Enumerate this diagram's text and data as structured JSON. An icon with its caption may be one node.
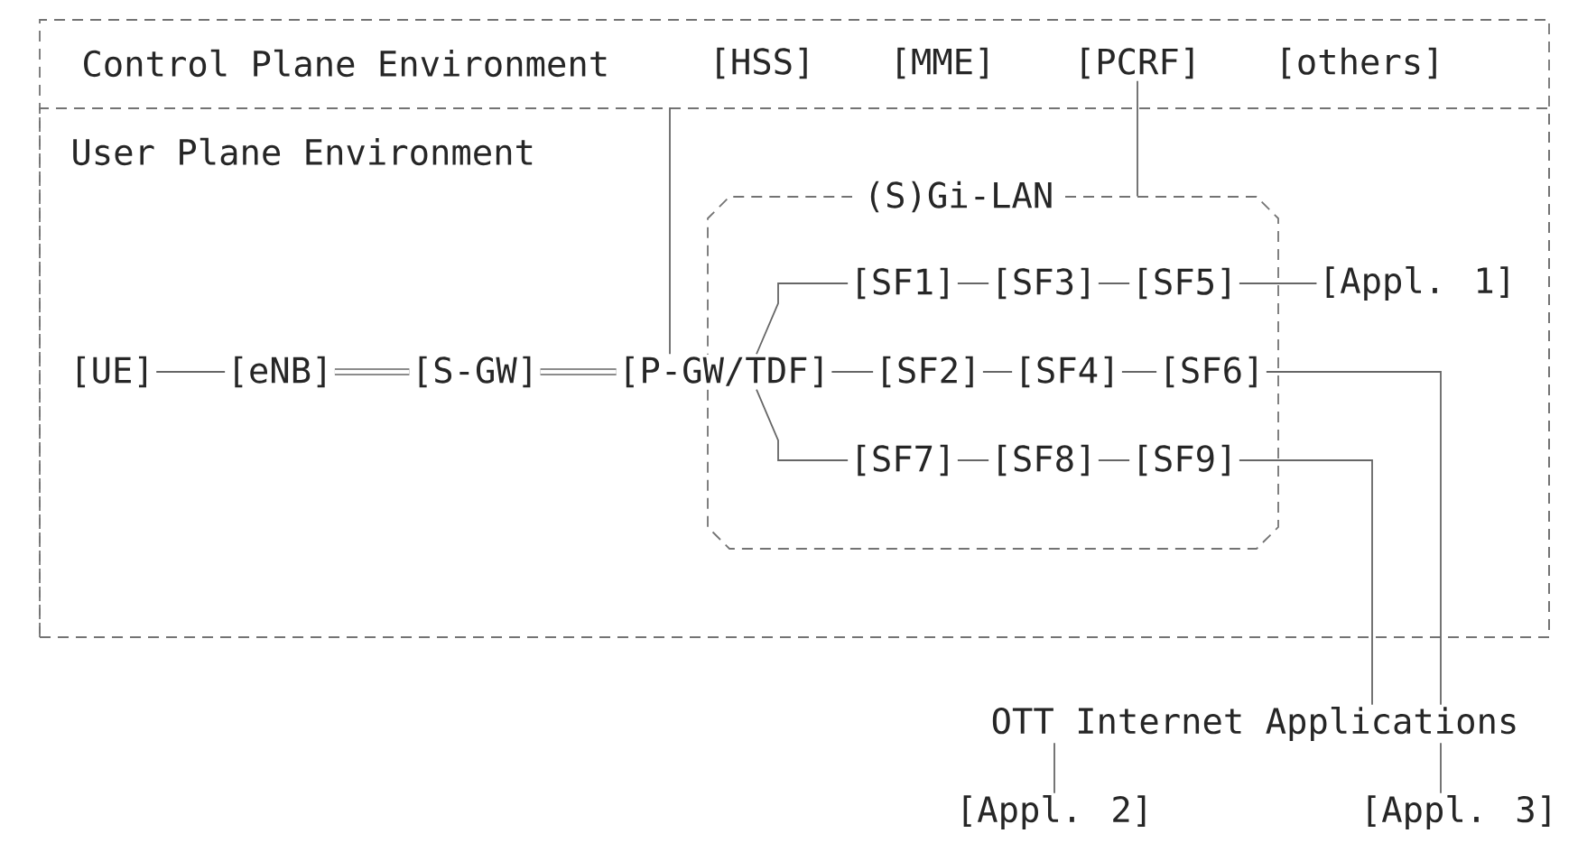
{
  "diagram": {
    "nodes": [
      {
        "text": [
          "Control Plane Environment"
        ]
      },
      {
        "text": [
          "[HSS]"
        ],
        "in": 0
      },
      {
        "text": [
          "[MME]"
        ],
        "in": 0
      },
      {
        "text": [
          "[PCRF]"
        ],
        "in": 0
      },
      {
        "text": [
          "[others]"
        ],
        "in": 0
      },
      {
        "text": [
          "User Plane Environment"
        ],
        "in": 0
      },
      {
        "text": [
          "(S)Gi-LAN"
        ],
        "in": 5
      },
      {
        "text": [
          "[SF1]"
        ],
        "in": 6
      },
      {
        "text": [
          "[SF3]"
        ],
        "in": 6
      },
      {
        "text": [
          "[SF5]"
        ],
        "in": 6
      },
      {
        "text": [
          "[Appl. 1]"
        ],
        "in": 5
      },
      {
        "text": [
          "[UE]"
        ],
        "in": 5
      },
      {
        "text": [
          "[eNB]"
        ],
        "in": 5
      },
      {
        "text": [
          "[S-GW]"
        ],
        "in": 5
      },
      {
        "text": [
          "[P-GW/TDF]"
        ],
        "in": 5
      },
      {
        "text": [
          "[SF2]"
        ],
        "in": 6
      },
      {
        "text": [
          "[SF4]"
        ],
        "in": 6
      },
      {
        "text": [
          "[SF6]"
        ],
        "in": 6
      },
      {
        "text": [
          "[SF7]"
        ],
        "in": 6
      },
      {
        "text": [
          "[SF8]"
        ],
        "in": 6
      },
      {
        "text": [
          "[SF9]"
        ],
        "in": 6
      },
      {
        "text": [
          "OTT Internet Applications"
        ]
      },
      {
        "text": [
          "[Appl. 2]"
        ]
      },
      {
        "text": [
          "[Appl. 3]"
        ]
      }
    ],
    "edges": [
      {
        "from": 3,
        "to": 6,
        "arrow": "none"
      },
      {
        "from": 5,
        "to": 14,
        "arrow": "none"
      },
      {
        "from": 11,
        "to": 12,
        "arrow": "none"
      },
      {
        "from": 12,
        "to": 13,
        "arrow": "none",
        "style": "thick"
      },
      {
        "from": 13,
        "to": 14,
        "arrow": "none",
        "style": "thick"
      },
      {
        "from": 14,
        "to": 7,
        "arrow": "none"
      },
      {
        "from": 7,
        "to": 8,
        "arrow": "none"
      },
      {
        "from": 8,
        "to": 9,
        "arrow": "none"
      },
      {
        "from": 9,
        "to": 10,
        "arrow": "none"
      },
      {
        "from": 14,
        "to": 15,
        "arrow": "none"
      },
      {
        "from": 15,
        "to": 16,
        "arrow": "none"
      },
      {
        "from": 16,
        "to": 17,
        "arrow": "none"
      },
      {
        "from": 14,
        "to": 18,
        "arrow": "none"
      },
      {
        "from": 18,
        "to": 19,
        "arrow": "none"
      },
      {
        "from": 19,
        "to": 20,
        "arrow": "none"
      },
      {
        "from": 17,
        "to": 21,
        "arrow": "none"
      },
      {
        "from": 20,
        "to": 21,
        "arrow": "none"
      },
      {
        "from": 21,
        "to": 22,
        "arrow": "none"
      },
      {
        "from": 21,
        "to": 23,
        "arrow": "none"
      }
    ]
  }
}
